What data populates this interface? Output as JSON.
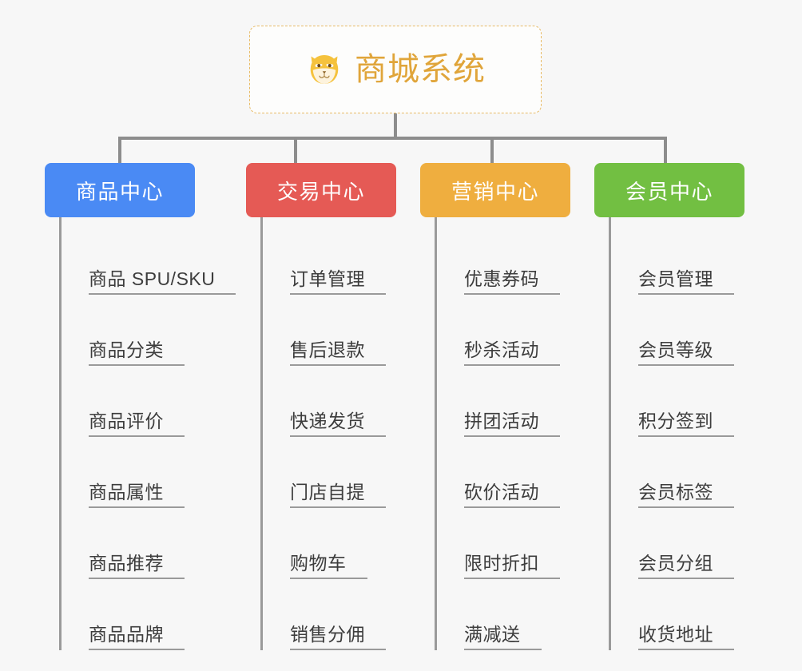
{
  "diagram": {
    "background_color": "#f7f7f7",
    "connector_color": "#9a9a9a"
  },
  "root": {
    "title": "商城系统",
    "icon": "shiba-dog-face-icon",
    "text_color": "#e0a53a",
    "border_color": "#e8bb66"
  },
  "branches": [
    {
      "id": "products",
      "label": "商品中心",
      "color": "#4a8af4",
      "items": [
        {
          "label": "商品 SPU/SKU"
        },
        {
          "label": "商品分类"
        },
        {
          "label": "商品评价"
        },
        {
          "label": "商品属性"
        },
        {
          "label": "商品推荐"
        },
        {
          "label": "商品品牌"
        }
      ]
    },
    {
      "id": "trade",
      "label": "交易中心",
      "color": "#e55a55",
      "items": [
        {
          "label": "订单管理"
        },
        {
          "label": "售后退款"
        },
        {
          "label": "快递发货"
        },
        {
          "label": "门店自提"
        },
        {
          "label": "购物车"
        },
        {
          "label": "销售分佣"
        }
      ]
    },
    {
      "id": "marketing",
      "label": "营销中心",
      "color": "#efae3f",
      "items": [
        {
          "label": "优惠券码"
        },
        {
          "label": "秒杀活动"
        },
        {
          "label": "拼团活动"
        },
        {
          "label": "砍价活动"
        },
        {
          "label": "限时折扣"
        },
        {
          "label": "满减送"
        }
      ]
    },
    {
      "id": "member",
      "label": "会员中心",
      "color": "#72bf42",
      "items": [
        {
          "label": "会员管理"
        },
        {
          "label": "会员等级"
        },
        {
          "label": "积分签到"
        },
        {
          "label": "会员标签"
        },
        {
          "label": "会员分组"
        },
        {
          "label": "收货地址"
        }
      ]
    }
  ]
}
